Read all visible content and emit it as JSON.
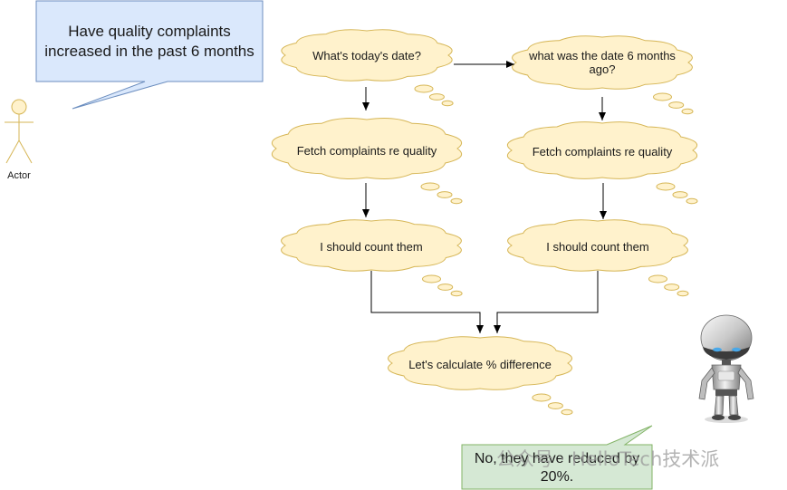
{
  "actor": {
    "label": "Actor"
  },
  "question": {
    "line1": "Have quality complaints",
    "line2": "increased in the past 6 months",
    "fill": "#dae8fc",
    "stroke": "#6c8ebf"
  },
  "thoughts": {
    "fill": "#fff2cc",
    "stroke": "#d6b656",
    "left_date": "What's today's date?",
    "right_date_line1": "what was the date 6 months",
    "right_date_line2": "ago?",
    "left_fetch": "Fetch complaints re quality",
    "right_fetch": "Fetch complaints re quality",
    "left_count": "I should count them",
    "right_count": "I should count them",
    "calculate": "Let's calculate % difference"
  },
  "answer": {
    "line1": "No, they have reduced by",
    "line2": "20%.",
    "fill": "#d5e8d4",
    "stroke": "#82b366"
  },
  "watermark": "公众号 · HelloTech技术派"
}
